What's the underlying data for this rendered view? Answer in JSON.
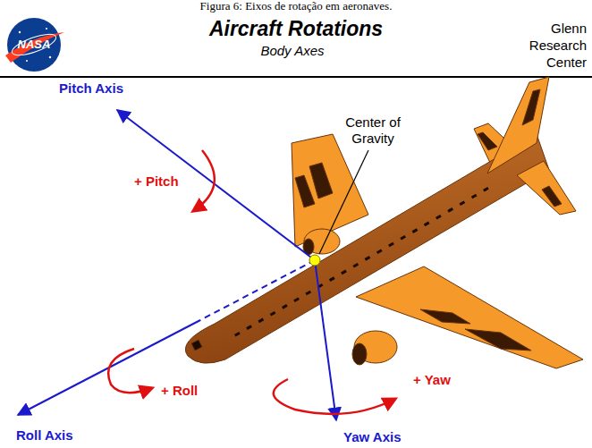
{
  "diagram": {
    "title": "Aircraft Rotations",
    "caption": "Figura 6: Eixos de rotação em aeronaves.",
    "labels": [
      "NASA",
      "Body Axes",
      "Glenn Research Center",
      "Pitch Axis",
      "+ Pitch",
      "Center of Gravity",
      "+ Roll",
      "Roll Axis",
      "+ Yaw",
      "Yaw Axis"
    ]
  }
}
